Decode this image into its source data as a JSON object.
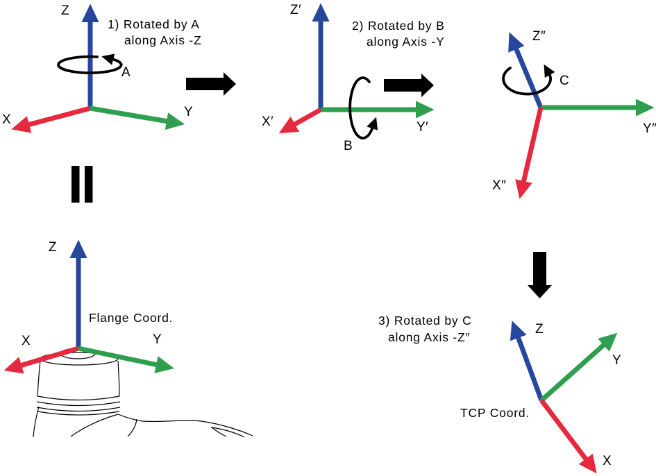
{
  "colors": {
    "x_axis": "#e5293e",
    "y_axis": "#2f9e4e",
    "z_axis": "#27479e",
    "ink": "#000000"
  },
  "icons": {
    "transform_arrow_1": "right-arrow",
    "transform_arrow_2": "right-arrow",
    "result_arrow": "down-arrow",
    "equivalence": "double-bar-equals",
    "rotation_arrow": "curved-rotation-arrow"
  },
  "frames": {
    "step1": {
      "caption1": "1) Rotated by A",
      "caption2": "along Axis -Z",
      "angle": "A",
      "x_label": "X",
      "y_label": "Y",
      "z_label": "Z"
    },
    "step2": {
      "caption1": "2) Rotated by B",
      "caption2": "along Axis -Y",
      "angle": "B",
      "x_label": "X′",
      "y_label": "Y′",
      "z_label": "Z′"
    },
    "step3": {
      "caption1": "3) Rotated by C",
      "caption2": "along Axis -Z″",
      "angle": "C",
      "x_label": "X″",
      "y_label": "Y″",
      "z_label": "Z″"
    },
    "flange": {
      "caption": "Flange Coord.",
      "x_label": "X",
      "y_label": "Y",
      "z_label": "Z"
    },
    "tcp": {
      "caption": "TCP Coord.",
      "x_label": "X",
      "y_label": "Y",
      "z_label": "Z"
    }
  }
}
